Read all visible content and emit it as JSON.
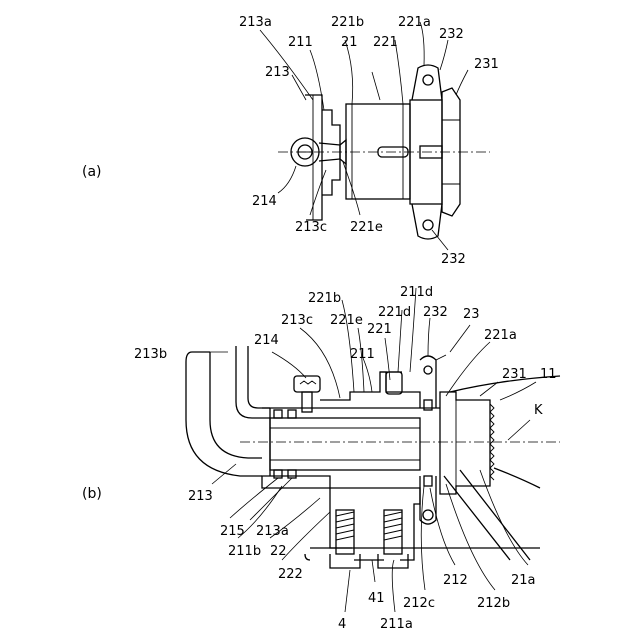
{
  "panels": {
    "a": "(a)",
    "b": "(b)"
  },
  "labels_a": {
    "l213a": "213a",
    "l221b": "221b",
    "l221a": "221a",
    "l211": "211",
    "l21": "21",
    "l221": "221",
    "l232_top": "232",
    "l213": "213",
    "l231": "231",
    "l214": "214",
    "l213c": "213c",
    "l221e": "221e",
    "l232_bot": "232"
  },
  "labels_b": {
    "l211d": "211d",
    "l221b": "221b",
    "l221d": "221d",
    "l221e": "221e",
    "l213c": "213c",
    "l221": "221",
    "l232": "232",
    "l23": "23",
    "l221a": "221a",
    "l214": "214",
    "l211": "211",
    "l213b": "213b",
    "l231": "231",
    "l11": "11",
    "lK": "K",
    "l213": "213",
    "l215": "215",
    "l213a": "213a",
    "l211b": "211b",
    "l22": "22",
    "l222": "222",
    "l212": "212",
    "l21a": "21a",
    "l212b": "212b",
    "l41": "41",
    "l212c": "212c",
    "l4": "4",
    "l211a": "211a"
  }
}
